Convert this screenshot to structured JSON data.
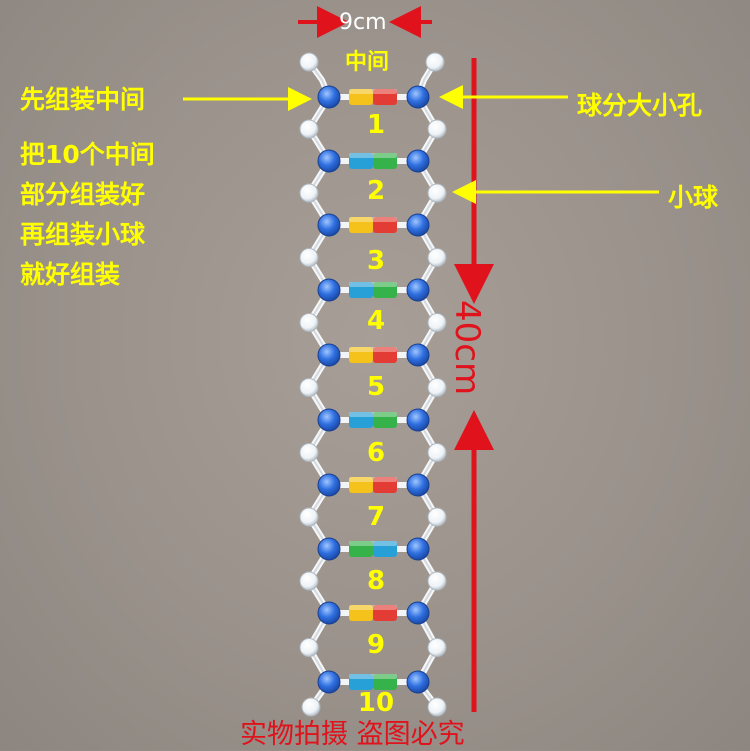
{
  "labels": {
    "width_dimension": "9cm",
    "middle_label": "中间",
    "height_dimension": "40cm",
    "instruction_first": "先组装中间",
    "instruction_lines": [
      "把10个中间",
      "部分组装好",
      "再组装小球",
      "就好组装"
    ],
    "ball_holes_note": "球分大小孔",
    "small_ball_note": "小球",
    "rung_numbers": [
      "1",
      "2",
      "3",
      "4",
      "5",
      "6",
      "7",
      "8",
      "9",
      "10"
    ],
    "watermark": "实物拍摄 盗图必究"
  },
  "colors": {
    "arrow_red": "#e0121b",
    "annotation_yellow": "#ffff00",
    "large_ball_blue": "#2f6fe0",
    "small_ball_white": "#eef3f7",
    "rung_colors": [
      [
        "#f4c21b",
        "#e23c35"
      ],
      [
        "#27a0d8",
        "#35b24a"
      ],
      [
        "#f4c21b",
        "#e23c35"
      ],
      [
        "#27a0d8",
        "#35b24a"
      ],
      [
        "#f4c21b",
        "#e23c35"
      ],
      [
        "#27a0d8",
        "#35b24a"
      ],
      [
        "#f4c21b",
        "#e23c35"
      ],
      [
        "#35b24a",
        "#27a0d8"
      ],
      [
        "#f4c21b",
        "#e23c35"
      ],
      [
        "#27a0d8",
        "#35b24a"
      ]
    ]
  }
}
